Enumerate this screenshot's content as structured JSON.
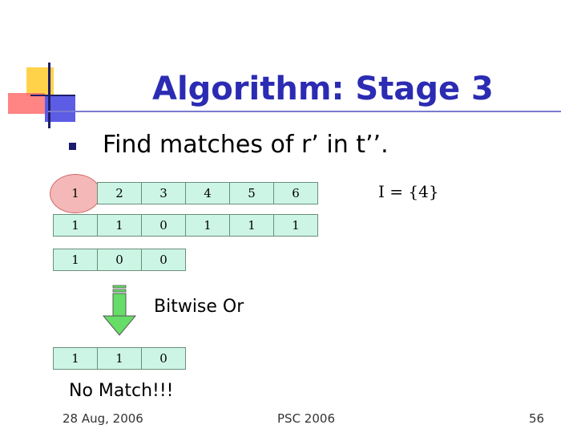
{
  "slide": {
    "title": "Algorithm: Stage 3",
    "bullet": "Find matches of r’ in t’’.",
    "index_set": "I = {4}",
    "operation_label": "Bitwise Or",
    "result_text": "No Match!!!"
  },
  "table": {
    "rows": [
      [
        "1",
        "2",
        "3",
        "4",
        "5",
        "6"
      ],
      [
        "1",
        "1",
        "0",
        "1",
        "1",
        "1"
      ],
      [
        "1",
        "0",
        "0"
      ]
    ],
    "result_row": [
      "1",
      "1",
      "0"
    ]
  },
  "footer": {
    "date": "28 Aug, 2006",
    "center": "PSC 2006",
    "page_number": "56"
  },
  "colors": {
    "title": "#2b2bb3",
    "cell_fill": "#ccf5e6",
    "arrow_fill": "#66dd66",
    "highlight": "#f5b8b8"
  }
}
